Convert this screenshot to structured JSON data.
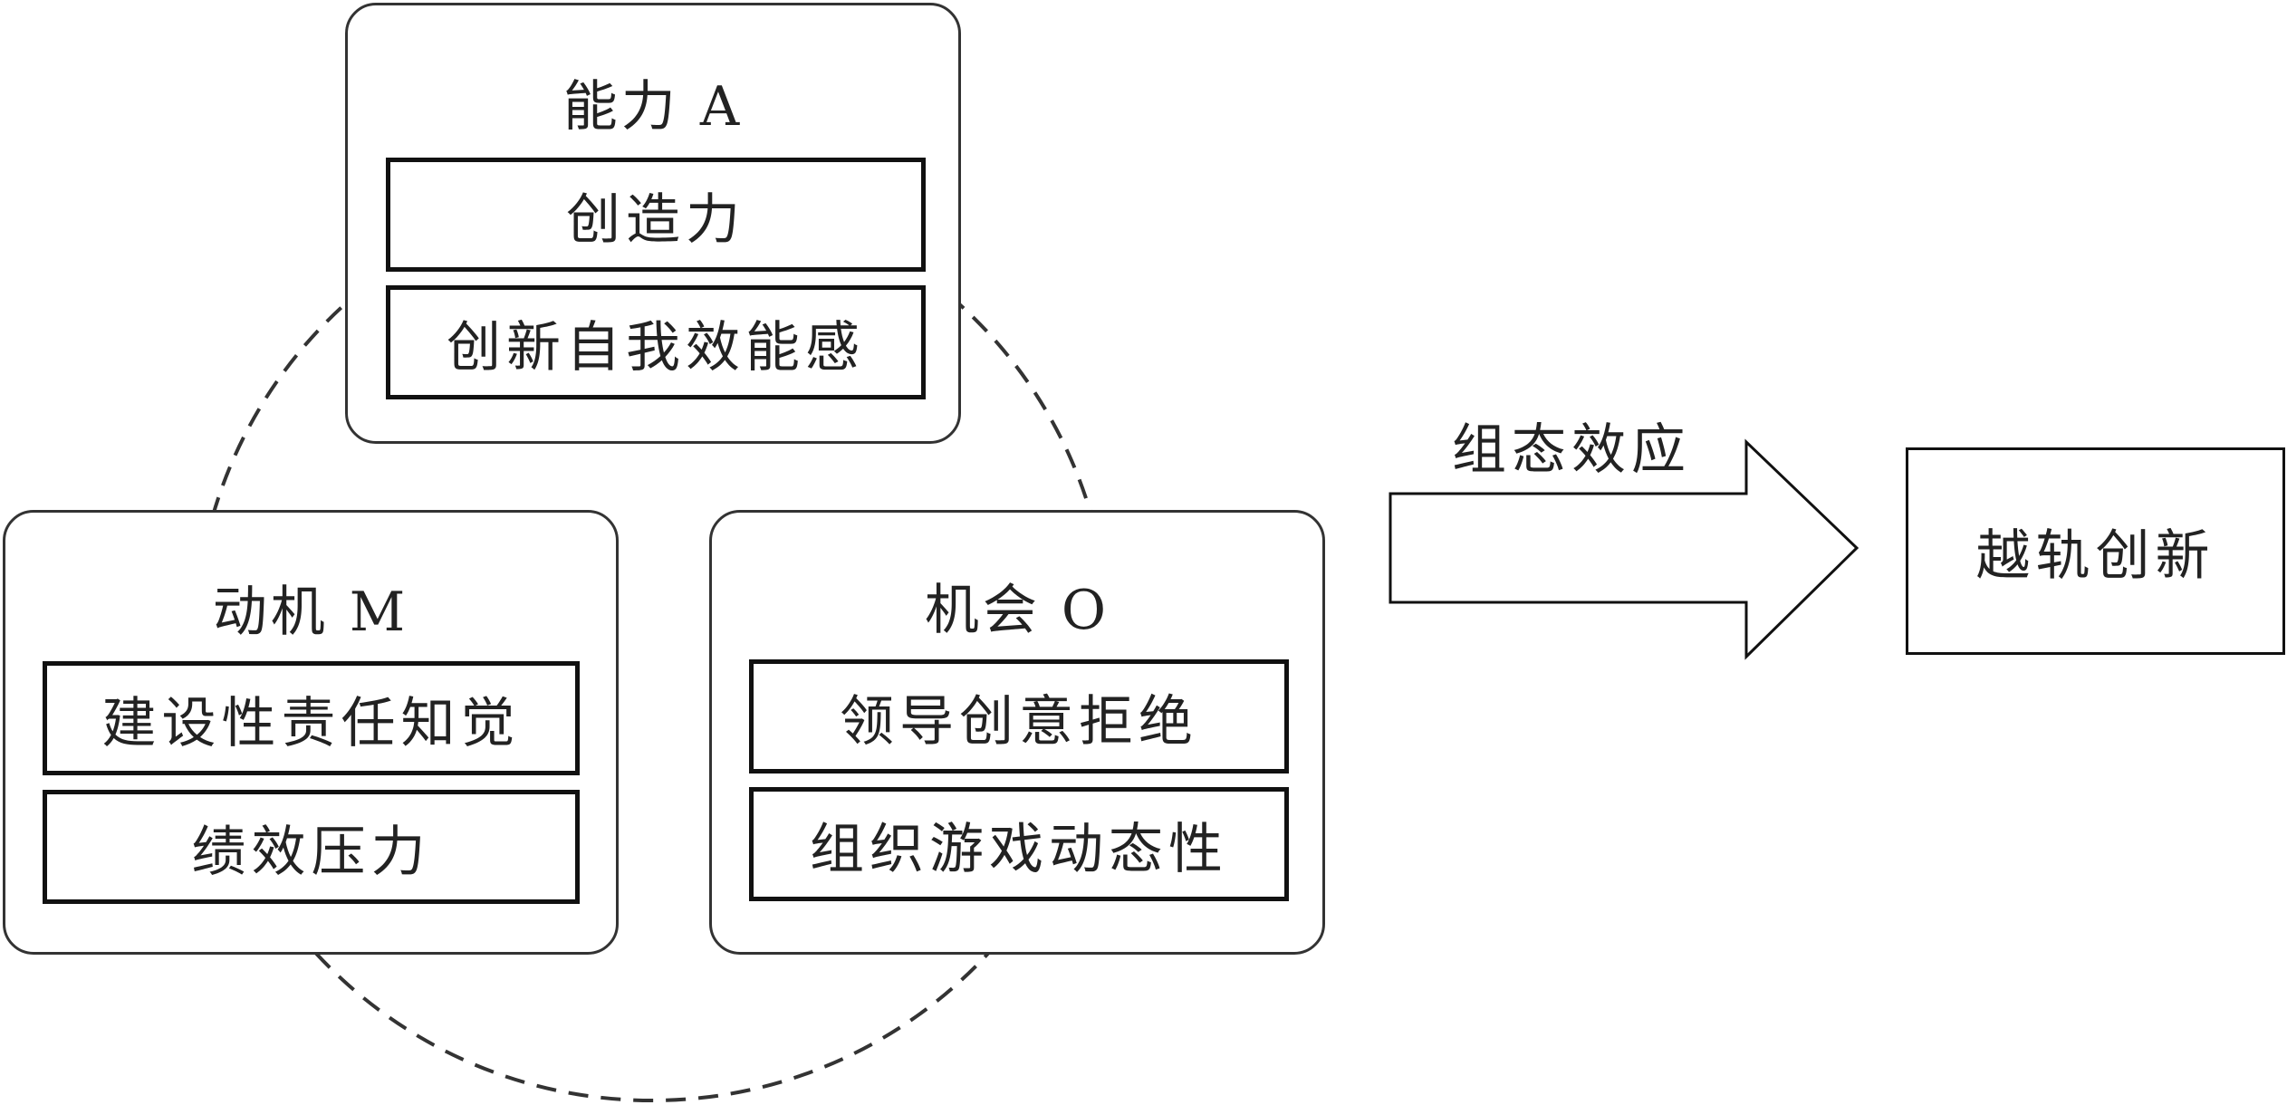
{
  "groups": {
    "ability": {
      "title": "能力 A",
      "factors": [
        "创造力",
        "创新自我效能感"
      ]
    },
    "motivation": {
      "title": "动机 M",
      "factors": [
        "建设性责任知觉",
        "绩效压力"
      ]
    },
    "opportunity": {
      "title": "机会 O",
      "factors": [
        "领导创意拒绝",
        "组织游戏动态性"
      ]
    }
  },
  "arrow": {
    "label": "组态效应"
  },
  "outcome": {
    "label": "越轨创新"
  }
}
